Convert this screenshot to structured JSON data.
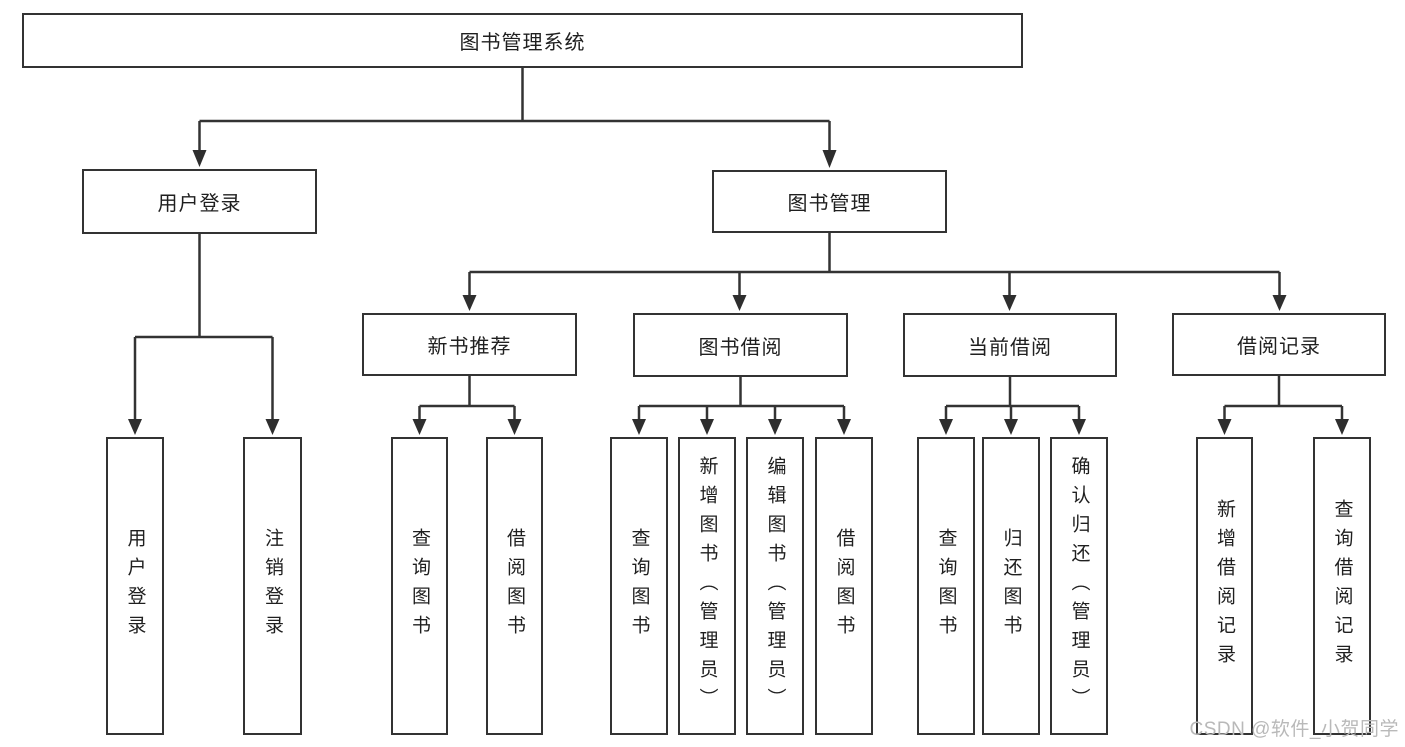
{
  "diagram_title": "图书管理系统",
  "tree": {
    "root": {
      "label": "图书管理系统",
      "children": [
        {
          "label": "用户登录",
          "children": [
            {
              "label": "用户登录"
            },
            {
              "label": "注销登录"
            }
          ]
        },
        {
          "label": "图书管理",
          "children": [
            {
              "label": "新书推荐",
              "children": [
                {
                  "label": "查询图书"
                },
                {
                  "label": "借阅图书"
                }
              ]
            },
            {
              "label": "图书借阅",
              "children": [
                {
                  "label": "查询图书"
                },
                {
                  "label": "新增图书（管理员）"
                },
                {
                  "label": "编辑图书（管理员）"
                },
                {
                  "label": "借阅图书"
                }
              ]
            },
            {
              "label": "当前借阅",
              "children": [
                {
                  "label": "查询图书"
                },
                {
                  "label": "归还图书"
                },
                {
                  "label": "确认归还（管理员）"
                }
              ]
            },
            {
              "label": "借阅记录",
              "children": [
                {
                  "label": "新增借阅记录"
                },
                {
                  "label": "查询借阅记录"
                }
              ]
            }
          ]
        }
      ]
    }
  },
  "watermark": "CSDN @软件_小贺同学",
  "colors": {
    "line": "#333333",
    "text": "#1f1f1f",
    "background": "#ffffff",
    "watermark": "#b9b9b9"
  }
}
